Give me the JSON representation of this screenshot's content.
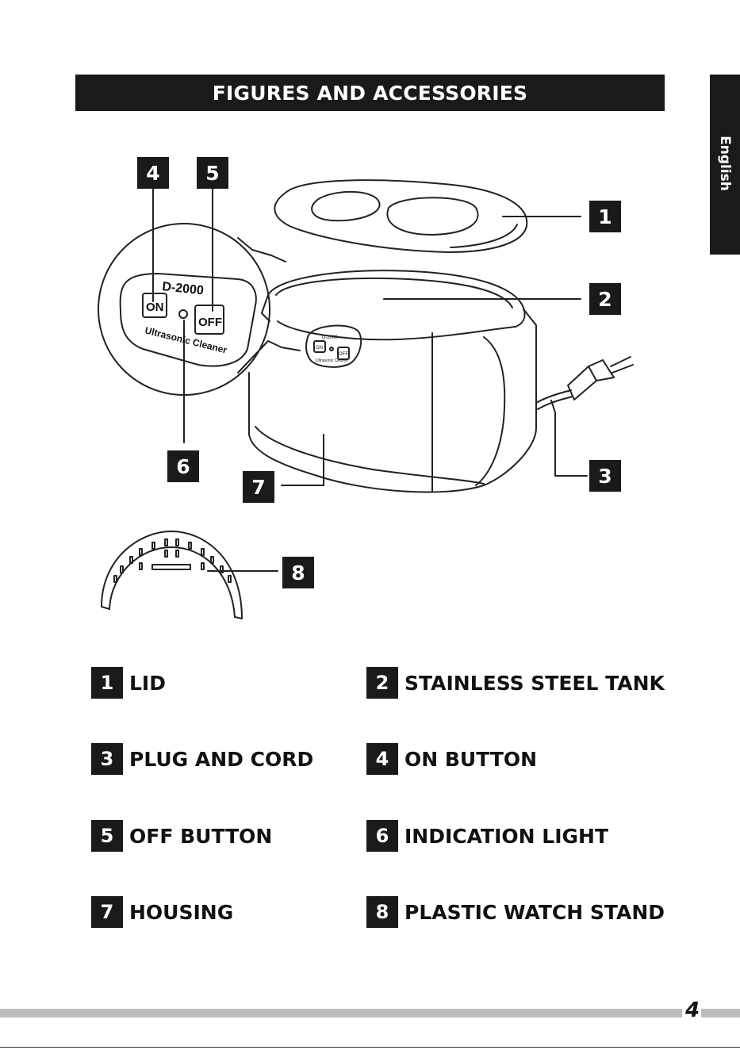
{
  "header": {
    "title": "FIGURES AND ACCESSORIES"
  },
  "side_tab": {
    "label": "English"
  },
  "figure": {
    "model": "D-2000",
    "product_name": "Ultrasonic Cleaner",
    "on_label": "ON",
    "off_label": "OFF",
    "callouts": [
      "1",
      "2",
      "3",
      "4",
      "5",
      "6",
      "7",
      "8"
    ]
  },
  "legend": [
    {
      "num": "1",
      "label": "LID"
    },
    {
      "num": "2",
      "label": "STAINLESS STEEL TANK"
    },
    {
      "num": "3",
      "label": "PLUG AND CORD"
    },
    {
      "num": "4",
      "label": "ON BUTTON"
    },
    {
      "num": "5",
      "label": "OFF BUTTON"
    },
    {
      "num": "6",
      "label": "INDICATION LIGHT"
    },
    {
      "num": "7",
      "label": "HOUSING"
    },
    {
      "num": "8",
      "label": "PLASTIC WATCH STAND"
    }
  ],
  "footer": {
    "page_number": "4"
  }
}
